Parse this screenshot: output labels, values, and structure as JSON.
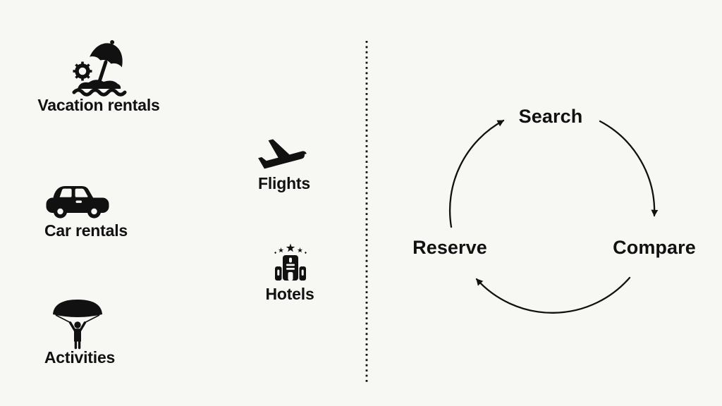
{
  "page": {
    "background_color": "#f7f7f4",
    "ink_color": "#111111",
    "layout": "travel services list (left) | dotted divider | booking cycle diagram (right)"
  },
  "services": [
    {
      "id": "vacation-rentals",
      "label": "Vacation rentals",
      "icon": "beach-umbrella-icon"
    },
    {
      "id": "car-rentals",
      "label": "Car rentals",
      "icon": "car-icon"
    },
    {
      "id": "activities",
      "label": "Activities",
      "icon": "parachutist-icon"
    },
    {
      "id": "flights",
      "label": "Flights",
      "icon": "airplane-takeoff-icon"
    },
    {
      "id": "hotels",
      "label": "Hotels",
      "icon": "hotel-building-icon"
    }
  ],
  "divider": {
    "style": "vertical dotted line"
  },
  "booking_cycle": {
    "steps": [
      {
        "label": "Search",
        "position": "top"
      },
      {
        "label": "Compare",
        "position": "bottom-right"
      },
      {
        "label": "Reserve",
        "position": "bottom-left"
      }
    ],
    "flow": "Search → Compare → Reserve → Search",
    "arrow_style": "thin curved arcs, clockwise, filled triangular arrowheads"
  }
}
